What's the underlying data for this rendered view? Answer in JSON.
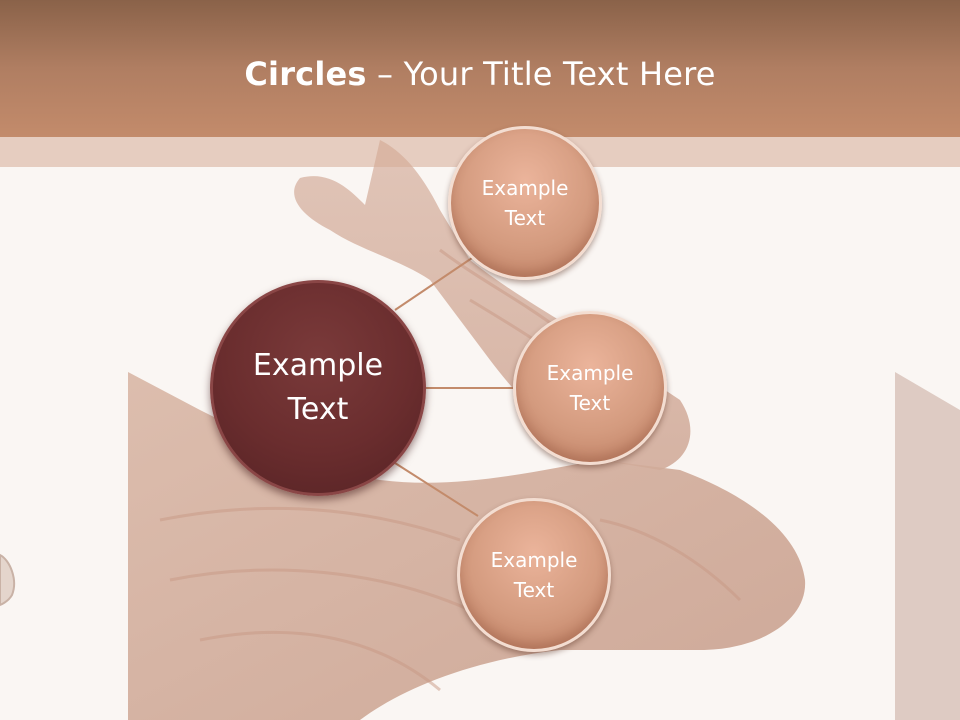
{
  "title": {
    "bold_part": "Circles",
    "rest": " – Your Title Text Here"
  },
  "diagram": {
    "center": {
      "label": "Example\nText"
    },
    "satellites": [
      {
        "label": "Example\nText"
      },
      {
        "label": "Example\nText"
      },
      {
        "label": "Example\nText"
      }
    ]
  },
  "colors": {
    "title_bar": "#b07e62",
    "center_circle": "#6a2d2e",
    "satellite_circle": "#d49b7f",
    "connector": "#c38b6b"
  }
}
